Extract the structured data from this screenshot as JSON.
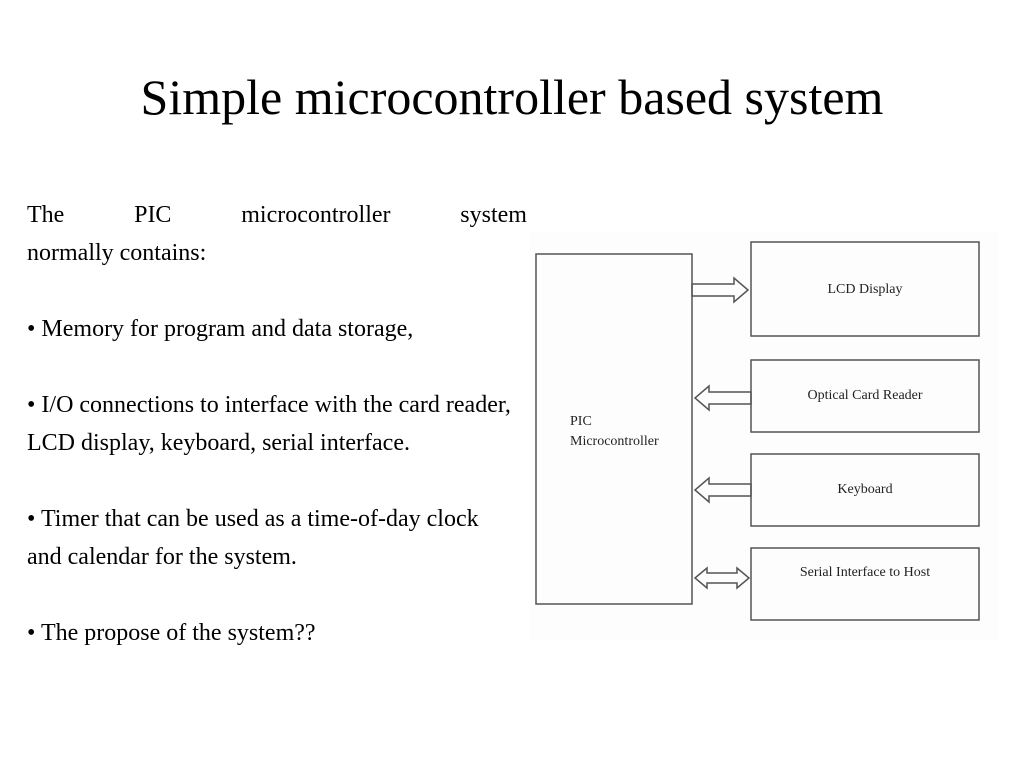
{
  "slide": {
    "title": "Simple microcontroller based system",
    "intro_line1_words": [
      "The",
      "PIC",
      "microcontroller",
      "system"
    ],
    "intro_line2": "normally contains:",
    "bullets": [
      "• Memory for program and data storage,",
      "• I/O connections to interface with the card reader, LCD display, keyboard, serial interface.",
      "• Timer that can be used as a time-of-day clock and calendar for the system.",
      "• The propose of the system??"
    ]
  },
  "diagram": {
    "microcontroller_label_line1": "PIC",
    "microcontroller_label_line2": "Microcontroller",
    "peripherals": [
      {
        "label": "LCD Display",
        "arrow": "out"
      },
      {
        "label": "Optical Card Reader",
        "arrow": "in"
      },
      {
        "label": "Keyboard",
        "arrow": "in"
      },
      {
        "label": "Serial Interface to Host",
        "arrow": "both"
      }
    ],
    "line_color": "#555555"
  }
}
